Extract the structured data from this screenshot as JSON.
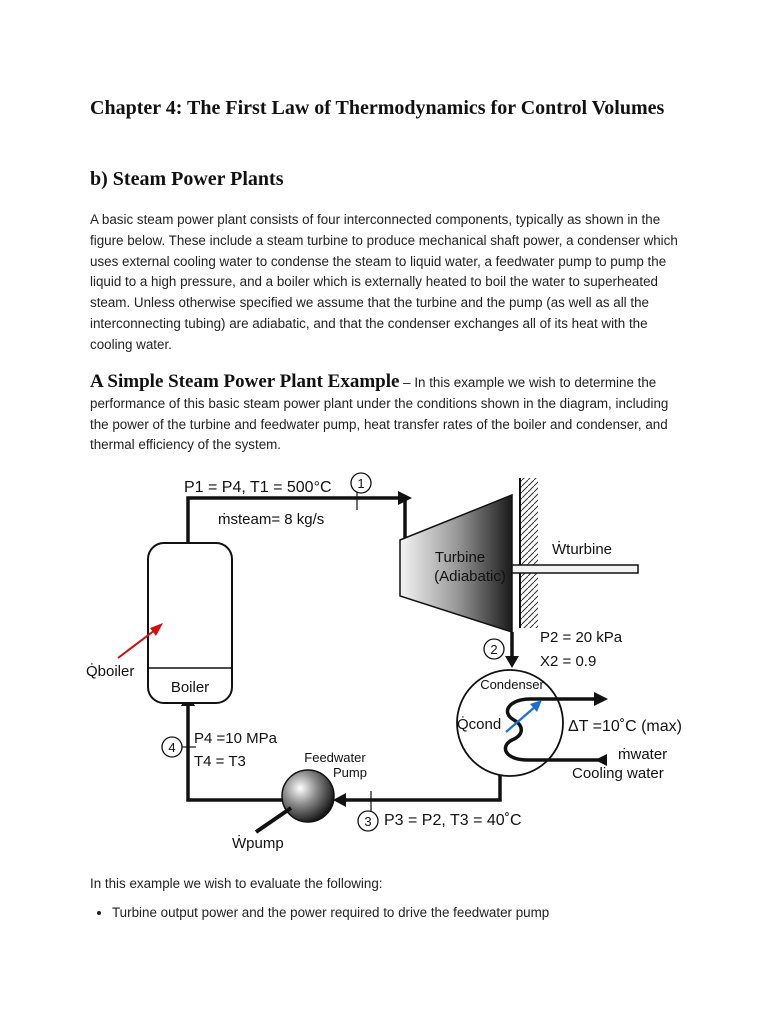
{
  "heading": "Chapter 4: The First Law of Thermodynamics for Control Volumes",
  "section": "b) Steam Power Plants",
  "intro_paragraph": "A basic steam power plant consists of four interconnected components, typically as shown in the figure below. These include a steam turbine to produce mechanical shaft power, a condenser which uses external cooling water to condense the steam to liquid water, a feedwater pump to pump the liquid to a high pressure, and a boiler which is externally heated to boil the water to superheated steam. Unless otherwise specified we assume that the turbine and the pump (as well as all the interconnecting tubing) are adiabatic, and that the condenser exchanges all of its heat with the cooling water.",
  "example": {
    "title": "A Simple Steam Power Plant Example",
    "dash": " – ",
    "text": "In this example we wish to determine the performance of this basic steam power plant under the conditions shown in the diagram, including the power of the turbine and feedwater pump, heat transfer rates of the boiler and condenser, and thermal efficiency of the system."
  },
  "diagram": {
    "state1_line": "P1 = P4, T1 = 500°C",
    "mass_flow": "ṁsteam= 8 kg/s",
    "turbine_label": "Turbine",
    "turbine_sub": "(Adiabatic)",
    "w_turbine": "Ẇturbine",
    "state2_p": "P2 = 20 kPa",
    "state2_x": "X2 = 0.9",
    "condenser_label": "Condenser",
    "q_cond": "Q̇cond",
    "delta_t": "ΔT =10˚C (max)",
    "m_water": "ṁwater",
    "cooling_water": "Cooling water",
    "state3": "P3 = P2, T3 = 40˚C",
    "feedwater_pump_1": "Feedwater",
    "feedwater_pump_2": "Pump",
    "w_pump": "Ẇpump",
    "state4_p": "P4 =10 MPa",
    "state4_t": "T4 = T3",
    "boiler_label": "Boiler",
    "q_boiler": "Q̇boiler",
    "node1": "1",
    "node2": "2",
    "node3": "3",
    "node4": "4"
  },
  "evaluate_intro": "In this example we wish to evaluate the following:",
  "bullets": [
    "Turbine output power and the power required to drive the feedwater pump"
  ]
}
